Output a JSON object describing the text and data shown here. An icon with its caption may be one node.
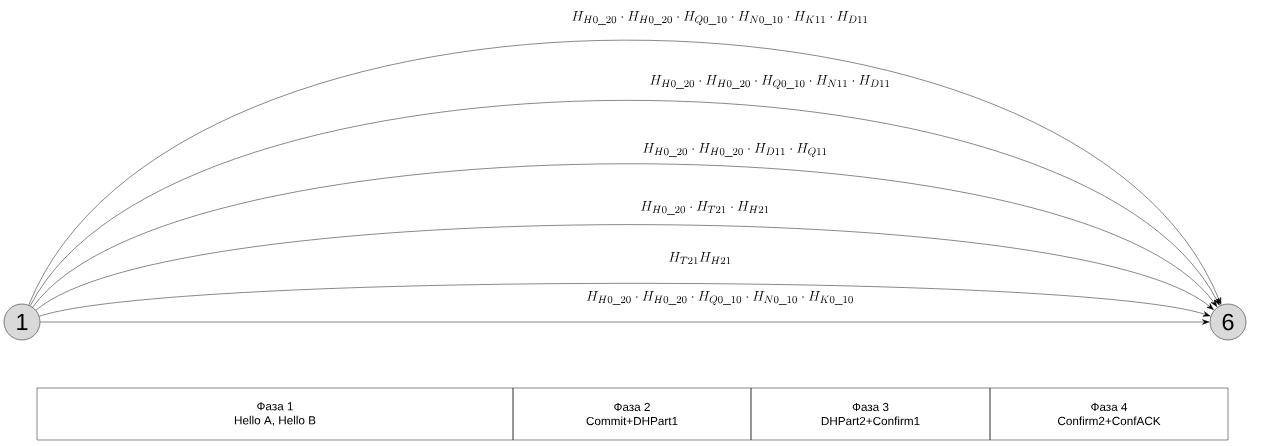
{
  "diagram": {
    "nodes": [
      {
        "text": [
          "1"
        ]
      },
      {
        "text": [
          "6"
        ]
      },
      {
        "text": [
          "Фаза 1",
          "Hello  A, Hello  B"
        ]
      },
      {
        "text": [
          "Фаза 2",
          "Commit+DHPart1"
        ]
      },
      {
        "text": [
          "Фаза 3",
          "DHPart2+Confirm1"
        ]
      },
      {
        "text": [
          "Фаза 4",
          "Confirm2+ConfACK"
        ]
      }
    ],
    "edges": [
      {
        "from": 0,
        "to": 1,
        "arrow": "to",
        "label": "H_{H0\\_20}\\cdot H_{H0\\_20}\\cdot H_{Q0\\_10}\\cdot H_{N0\\_10}\\cdot H_{K11}\\cdot H_{D11}"
      },
      {
        "from": 0,
        "to": 1,
        "arrow": "to",
        "label": "H_{H0\\_20}\\cdot H_{H0\\_20}\\cdot H_{Q0\\_10}\\cdot H_{N11}\\cdot H_{D11}"
      },
      {
        "from": 0,
        "to": 1,
        "arrow": "to",
        "label": "H_{H0\\_20}\\cdot H_{H0\\_20}\\cdot H_{D11}\\cdot H_{Q11}"
      },
      {
        "from": 0,
        "to": 1,
        "arrow": "to",
        "label": "H_{H0\\_20}\\cdot H_{T21}\\cdot H_{H21}"
      },
      {
        "from": 0,
        "to": 1,
        "arrow": "to",
        "label": "H_{T21}H_{H21}"
      },
      {
        "from": 0,
        "to": 1,
        "arrow": "to",
        "label": "H_{H0\\_20}\\cdot H_{H0\\_20}\\cdot H_{Q0\\_10}\\cdot H_{N0\\_10}\\cdot H_{K0\\_10}"
      }
    ]
  }
}
